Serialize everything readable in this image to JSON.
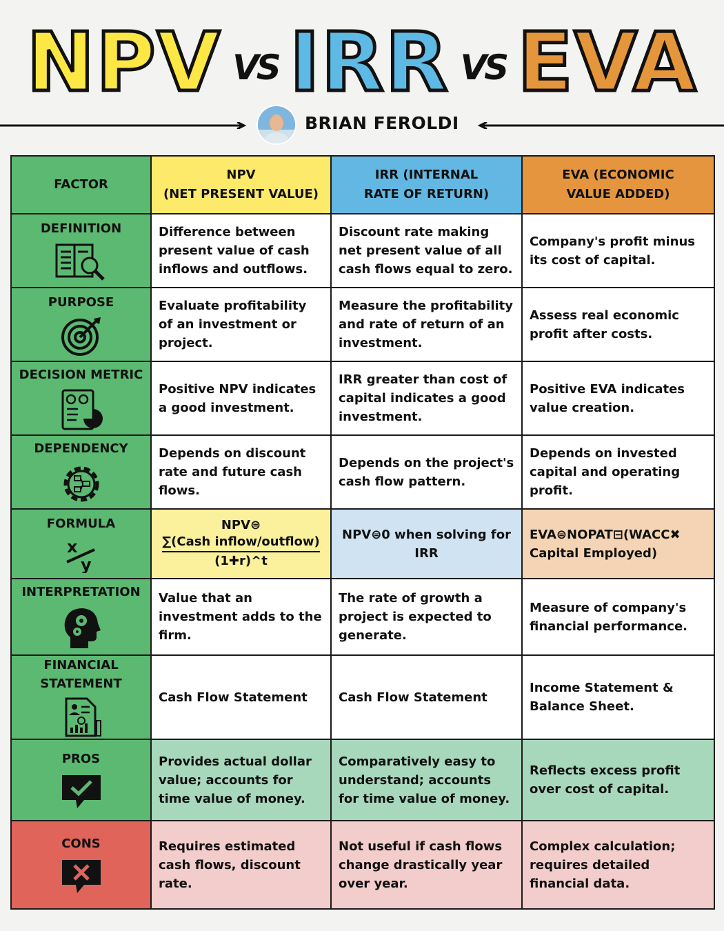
{
  "title": {
    "word1": "NPV",
    "vs1": "VS",
    "word2": "IRR",
    "vs2": "VS",
    "word3": "EVA",
    "colors": {
      "npv": "#fde745",
      "irr": "#5eb9e5",
      "eva": "#e6963a"
    }
  },
  "byline": {
    "author": "BRIAN FEROLDI"
  },
  "table": {
    "headers": {
      "factor": "FACTOR",
      "npv_line1": "NPV",
      "npv_line2": "(NET PRESENT VALUE)",
      "irr_line1": "IRR (INTERNAL",
      "irr_line2": "RATE OF RETURN)",
      "eva_line1": "EVA (ECONOMIC",
      "eva_line2": "VALUE ADDED)"
    },
    "rows": [
      {
        "factor": "DEFINITION",
        "icon": "document-search-icon",
        "npv": "Difference between present value of cash inflows and outflows.",
        "irr": "Discount rate making net present value of all cash flows equal to zero.",
        "eva": "Company's profit minus its cost of capital."
      },
      {
        "factor": "PURPOSE",
        "icon": "target-icon",
        "npv": "Evaluate profitability of an investment or project.",
        "irr": "Measure the profitability and rate of return of an investment.",
        "eva": "Assess real economic profit after costs."
      },
      {
        "factor": "DECISION METRIC",
        "icon": "report-chart-icon",
        "npv": "Positive NPV indicates a good investment.",
        "irr": "IRR greater than cost of capital indicates a good investment.",
        "eva": "Positive EVA indicates value creation."
      },
      {
        "factor": "DEPENDENCY",
        "icon": "gear-flow-icon",
        "npv": "Depends on discount rate and future cash flows.",
        "irr": "Depends on the project's cash flow pattern.",
        "eva": "Depends on invested capital and operating profit."
      },
      {
        "factor": "FORMULA",
        "icon": "x-over-y-icon",
        "npv_top": "NPV⊜",
        "npv_num": "∑(Cash inflow/outflow)",
        "npv_den": "(1✚r)^t",
        "irr": "NPV⊜0 when solving for IRR",
        "eva": "EVA⊜NOPAT⊟(WACC✖ Capital Employed)"
      },
      {
        "factor": "INTERPRETATION",
        "icon": "head-gears-icon",
        "npv": "Value that an investment adds to the firm.",
        "irr": "The rate of growth a project is expected to generate.",
        "eva": "Measure of company's financial performance."
      },
      {
        "factor_line1": "FINANCIAL",
        "factor_line2": "STATEMENT",
        "icon": "statement-document-icon",
        "npv": "Cash Flow Statement",
        "irr": "Cash Flow Statement",
        "eva": "Income Statement & Balance Sheet."
      },
      {
        "factor": "PROS",
        "icon": "check-speech-icon",
        "npv": "Provides actual dollar value; accounts for time value of money.",
        "irr": "Comparatively easy to understand; accounts for time value of money.",
        "eva": "Reflects excess profit over cost of capital."
      },
      {
        "factor": "CONS",
        "icon": "x-speech-icon",
        "npv": "Requires estimated cash flows, discount rate.",
        "irr": "Not useful if cash flows change drastically year over year.",
        "eva": "Complex calculation; requires detailed financial data."
      }
    ]
  }
}
